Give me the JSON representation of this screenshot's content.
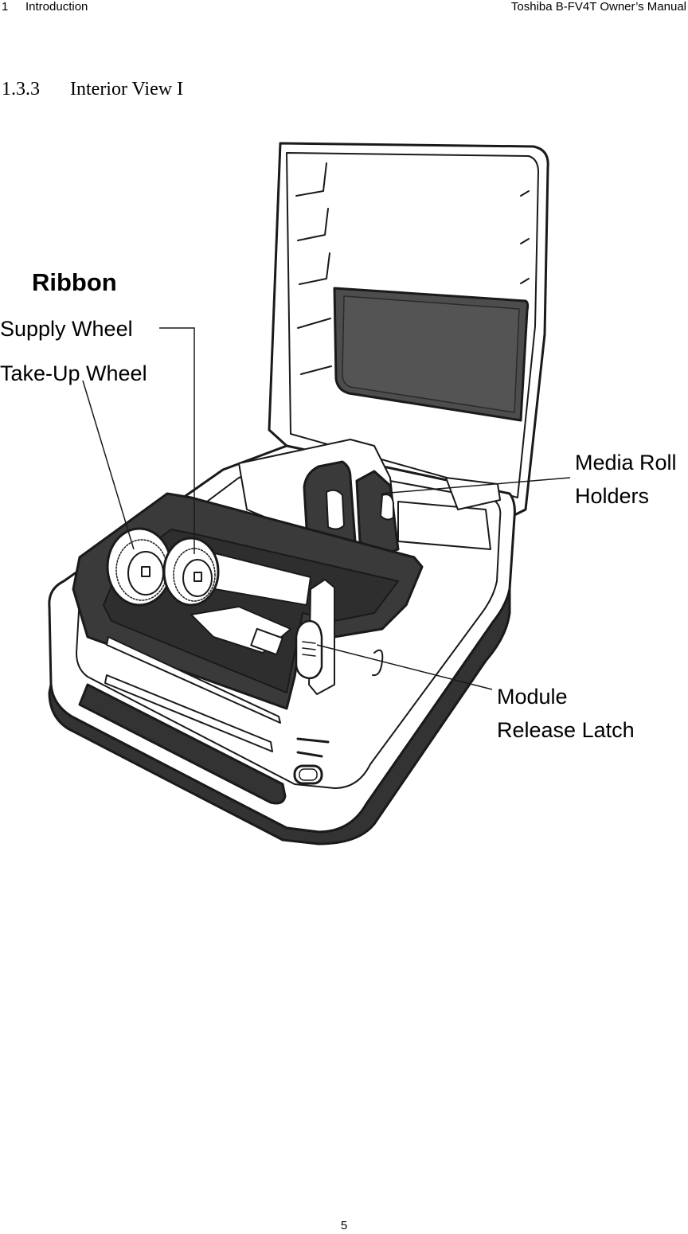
{
  "header": {
    "chapter_number": "1",
    "chapter_title": "Introduction",
    "manual_title": "Toshiba B-FV4T Owner’s Manual"
  },
  "section": {
    "number": "1.3.3",
    "title": "Interior View I"
  },
  "figure": {
    "callouts": {
      "ribbon": "Ribbon",
      "supply_wheel": "Supply Wheel",
      "take_up_wheel": "Take-Up Wheel",
      "media_roll_holders_line1": "Media Roll",
      "media_roll_holders_line2": "Holders",
      "module_release_latch_line1": "Module",
      "module_release_latch_line2": "Release Latch"
    }
  },
  "footer": {
    "page_number": "5"
  }
}
